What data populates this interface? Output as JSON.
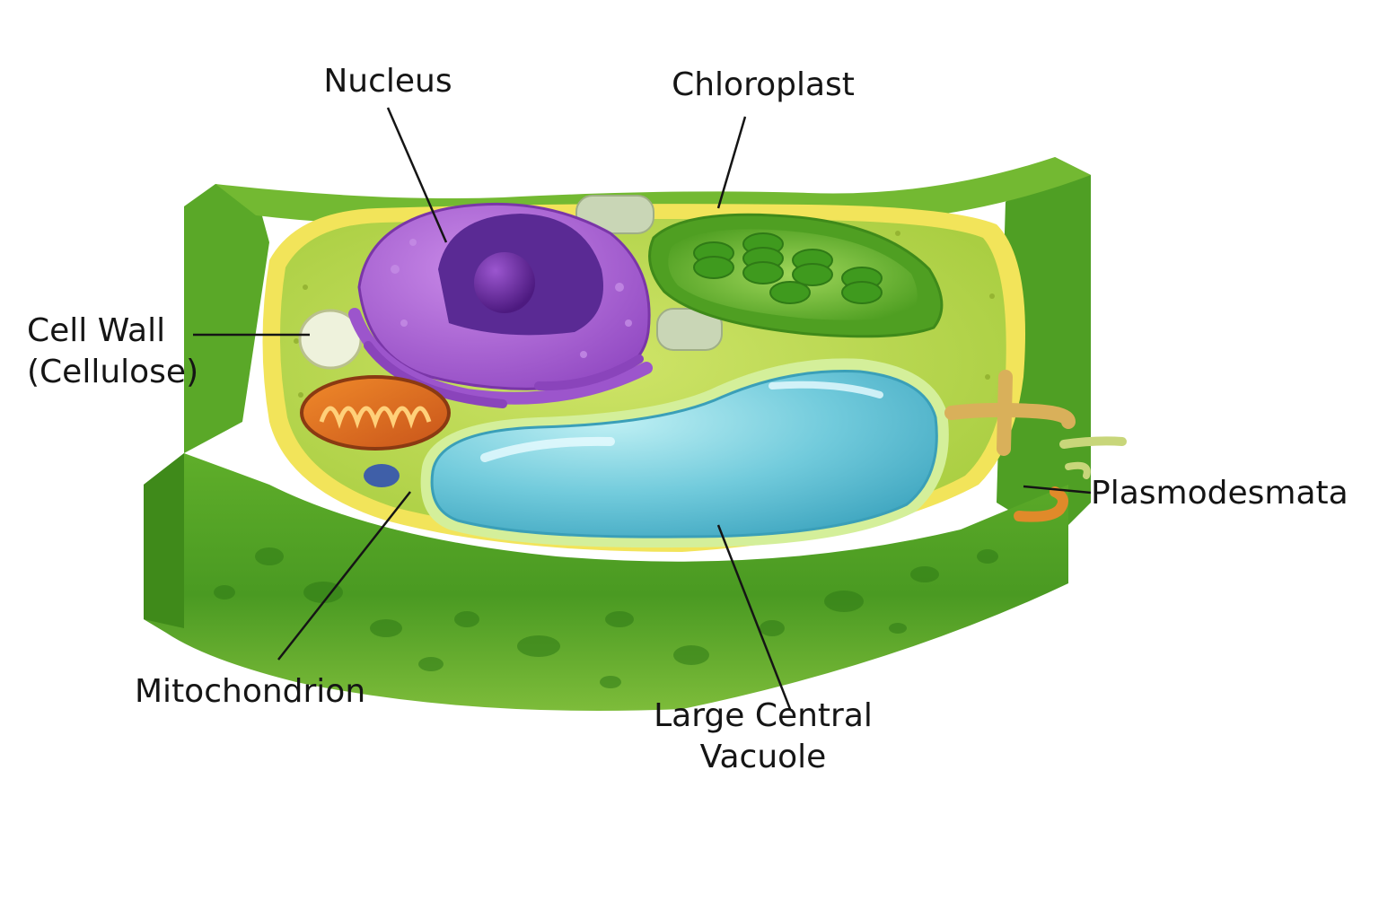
{
  "labels": {
    "nucleus": "Nucleus",
    "chloroplast": "Chloroplast",
    "cell_wall_line1": "Cell Wall",
    "cell_wall_line2": "(Cellulose)",
    "plasmodesmata": "Plasmodesmata",
    "mitochondrion": "Mitochondrion",
    "vacuole_line1": "Large Central",
    "vacuole_line2": "Vacuole"
  },
  "colors": {
    "cell_wall": "#6cb52a",
    "cell_wall_dark": "#3f8a1a",
    "membrane": "#f2e45a",
    "cytoplasm": "#b9d94a",
    "nucleus": "#a35bd0",
    "nucleolus": "#6b2a9e",
    "chloroplast": "#5fb52c",
    "mitochondrion": "#e4711f",
    "vacuole": "#6cc6d6",
    "plasmodesmata": "#d9b05a"
  }
}
